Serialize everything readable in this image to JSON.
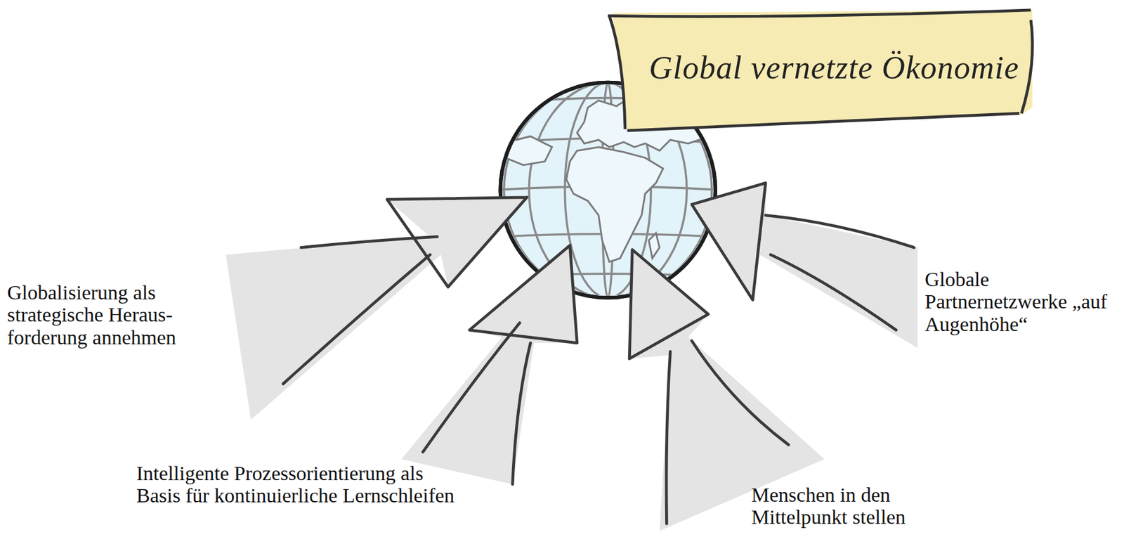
{
  "diagram": {
    "title": "Global vernetzte Ökonomie",
    "labels": [
      "Globalisierung als strategische Heraus-forderung annehmen",
      "Intelligente Prozessorientierung als Basis für kontinuierliche Lernschleifen",
      "Menschen in den Mittelpunkt stellen",
      "Globale Partnernetzwerke „auf Augenhöhe“"
    ]
  }
}
